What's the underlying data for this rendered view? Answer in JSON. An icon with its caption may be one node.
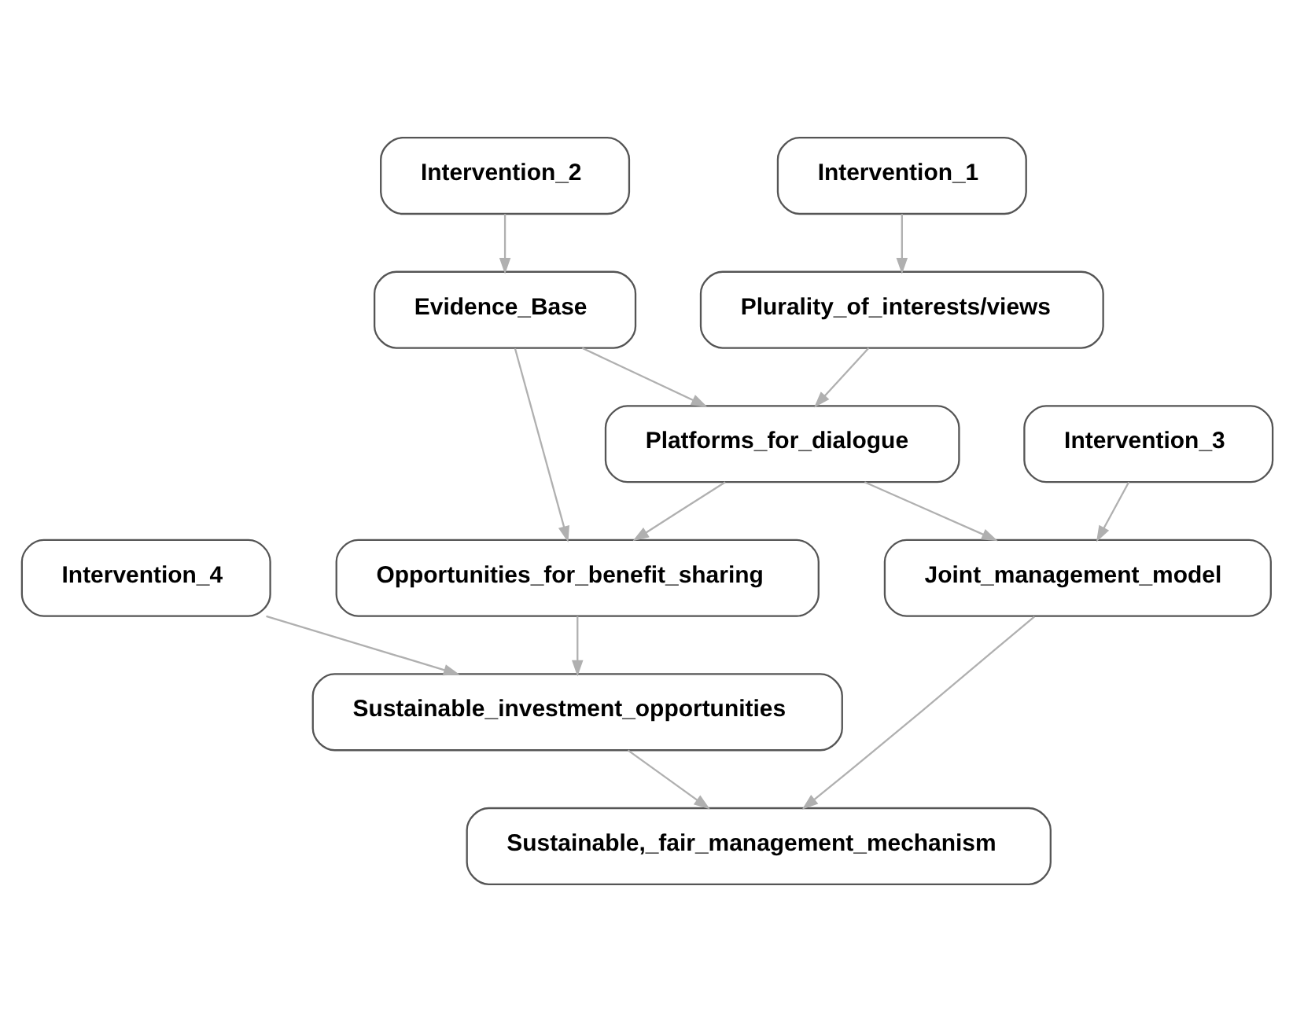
{
  "diagram": {
    "nodes": [
      {
        "text": [
          "Intervention_1"
        ]
      },
      {
        "text": [
          "Intervention_2"
        ]
      },
      {
        "text": [
          "Plurality_of_interests/views"
        ]
      },
      {
        "text": [
          "Evidence_Base"
        ]
      },
      {
        "text": [
          "Platforms_for_dialogue"
        ]
      },
      {
        "text": [
          "Intervention_3"
        ]
      },
      {
        "text": [
          "Opportunities_for_benefit_sharing"
        ]
      },
      {
        "text": [
          "Joint_management_model"
        ]
      },
      {
        "text": [
          "Intervention_4"
        ]
      },
      {
        "text": [
          "Sustainable_investment_opportunities"
        ]
      },
      {
        "text": [
          "Sustainable,_fair_management_mechanism"
        ]
      }
    ],
    "edges": [
      {
        "from": 0,
        "to": 2,
        "arrow": "to"
      },
      {
        "from": 1,
        "to": 3,
        "arrow": "to"
      },
      {
        "from": 2,
        "to": 4,
        "arrow": "to"
      },
      {
        "from": 3,
        "to": 4,
        "arrow": "to"
      },
      {
        "from": 3,
        "to": 6,
        "arrow": "to"
      },
      {
        "from": 4,
        "to": 6,
        "arrow": "to"
      },
      {
        "from": 4,
        "to": 7,
        "arrow": "to"
      },
      {
        "from": 5,
        "to": 7,
        "arrow": "to"
      },
      {
        "from": 6,
        "to": 9,
        "arrow": "to"
      },
      {
        "from": 8,
        "to": 9,
        "arrow": "to"
      },
      {
        "from": 7,
        "to": 10,
        "arrow": "to"
      },
      {
        "from": 9,
        "to": 10,
        "arrow": "to"
      }
    ]
  }
}
